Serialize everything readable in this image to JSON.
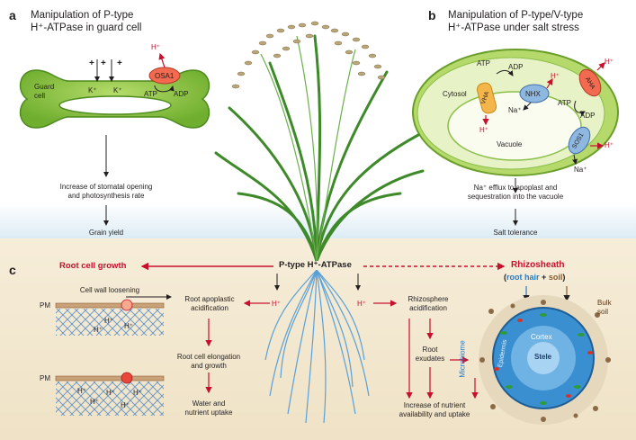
{
  "panel_a": {
    "letter": "a",
    "title_line1": "Manipulation of P-type",
    "title_line2": "H⁺-ATPase in guard cell",
    "guard_cell": "Guard cell",
    "k_ion": "K⁺",
    "charge": "+",
    "proton": "H⁺",
    "osa1": "OSA1",
    "atp": "ATP",
    "adp": "ADP",
    "outcome_line1": "Increase of stomatal opening",
    "outcome_line2": "and photosynthesis rate",
    "yield": "Grain yield"
  },
  "panel_b": {
    "letter": "b",
    "title_line1": "Manipulation of P-type/V-type",
    "title_line2": "H⁺-ATPase under salt stress",
    "cytosol": "Cytosol",
    "vacuole": "Vacuole",
    "vha": "VHA",
    "nhx": "NHX",
    "aha": "AHA",
    "sos1": "SOS1",
    "atp": "ATP",
    "adp": "ADP",
    "proton": "H⁺",
    "sodium": "Na⁺",
    "outcome_line1": "Na⁺ efflux to apoplast and",
    "outcome_line2": "sequestration into the vacuole",
    "tolerance": "Salt tolerance"
  },
  "panel_c": {
    "letter": "c",
    "center": "P-type H⁺-ATPase",
    "root_growth": "Root cell growth",
    "rhizosheath": "Rhizosheath",
    "root_hair": "root hair",
    "plus": "+",
    "soil": "soil",
    "cell_wall": "Cell wall loosening",
    "pm": "PM",
    "proton": "H⁺",
    "apoplastic_line1": "Root apoplastic",
    "apoplastic_line2": "acidification",
    "elongation_line1": "Root cell elongation",
    "elongation_line2": "and growth",
    "uptake_line1": "Water and",
    "uptake_line2": "nutrient uptake",
    "rhizo_line1": "Rhizosphere",
    "rhizo_line2": "acidification",
    "exudates_line1": "Root",
    "exudates_line2": "exudates",
    "microbiome": "Microbiome",
    "nutrient_line1": "Increase of nutrient",
    "nutrient_line2": "availability and uptake",
    "bulk_line1": "Bulk",
    "bulk_line2": "soil",
    "epidermis": "Epidermis",
    "cortex": "Cortex",
    "stele": "Stele"
  },
  "colors": {
    "guard_green": "#8cc63f",
    "cell_green": "#d7e9a8",
    "proton_red": "#c8102e",
    "root_blue": "#2b7bc0",
    "sky": "#e4f1f8",
    "soil": "#f1e6cf"
  }
}
